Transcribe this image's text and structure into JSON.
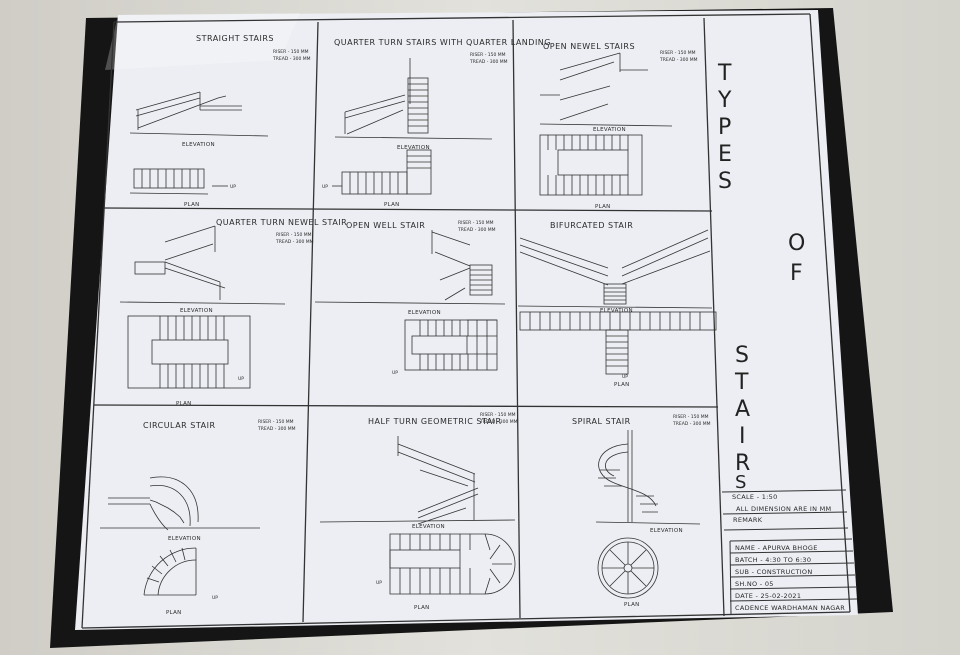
{
  "title_letters": {
    "word1": [
      "T",
      "Y",
      "P",
      "E",
      "S"
    ],
    "word2": [
      "O",
      "F"
    ],
    "word3": [
      "S",
      "T",
      "A",
      "I",
      "R",
      "S"
    ]
  },
  "panels": [
    {
      "title": "STRAIGHT STAIRS",
      "riser": "RISER - 150 MM",
      "tread": "TREAD - 300 MM",
      "view1": "ELEVATION",
      "view2": "PLAN",
      "mark": "UP"
    },
    {
      "title": "QUARTER TURN STAIRS WITH QUARTER LANDING",
      "riser": "RISER - 150 MM",
      "tread": "TREAD - 300 MM",
      "view1": "ELEVATION",
      "view2": "PLAN",
      "mark": "UP"
    },
    {
      "title": "OPEN NEWEL STAIRS",
      "riser": "RISER - 150 MM",
      "tread": "TREAD - 300 MM",
      "view1": "ELEVATION",
      "view2": "PLAN",
      "mark": ""
    },
    {
      "title": "QUARTER TURN NEWEL STAIR",
      "riser": "RISER - 150 MM",
      "tread": "TREAD - 300 MM",
      "view1": "ELEVATION",
      "view2": "PLAN",
      "mark": "UP"
    },
    {
      "title": "OPEN WELL STAIR",
      "riser": "RISER - 150 MM",
      "tread": "TREAD - 300 MM",
      "view1": "ELEVATION",
      "view2": "",
      "mark": "UP"
    },
    {
      "title": "BIFURCATED STAIR",
      "riser": "",
      "tread": "",
      "view1": "ELEVATION",
      "view2": "PLAN",
      "mark": "UP"
    },
    {
      "title": "CIRCULAR STAIR",
      "riser": "RISER - 150 MM",
      "tread": "TREAD - 300 MM",
      "view1": "ELEVATION",
      "view2": "PLAN",
      "mark": "UP"
    },
    {
      "title": "HALF TURN GEOMETRIC STAIR",
      "riser": "RISER - 150 MM",
      "tread": "TREAD - 300 MM",
      "view1": "ELEVATION",
      "view2": "PLAN",
      "mark": "UP"
    },
    {
      "title": "SPIRAL STAIR",
      "riser": "RISER - 150 MM",
      "tread": "TREAD - 300 MM",
      "view1": "ELEVATION",
      "view2": "PLAN",
      "mark": ""
    }
  ],
  "title_block": {
    "scale": "SCALE - 1:50",
    "dimension_note": "ALL DIMENSION ARE IN MM",
    "remark": "REMARK",
    "name": "NAME - APURVA BHOGE",
    "batch": "BATCH - 4:30 TO 6:30",
    "sub": "SUB - CONSTRUCTION",
    "sheet": "SH.NO - 05",
    "date": "DATE - 25-02-2021",
    "centre": "CADENCE WARDHAMAN NAGAR"
  },
  "colors": {
    "paper": "#eceef3",
    "border": "#141414",
    "ink": "#2a2a2a",
    "wall": "#d9d8d2"
  }
}
